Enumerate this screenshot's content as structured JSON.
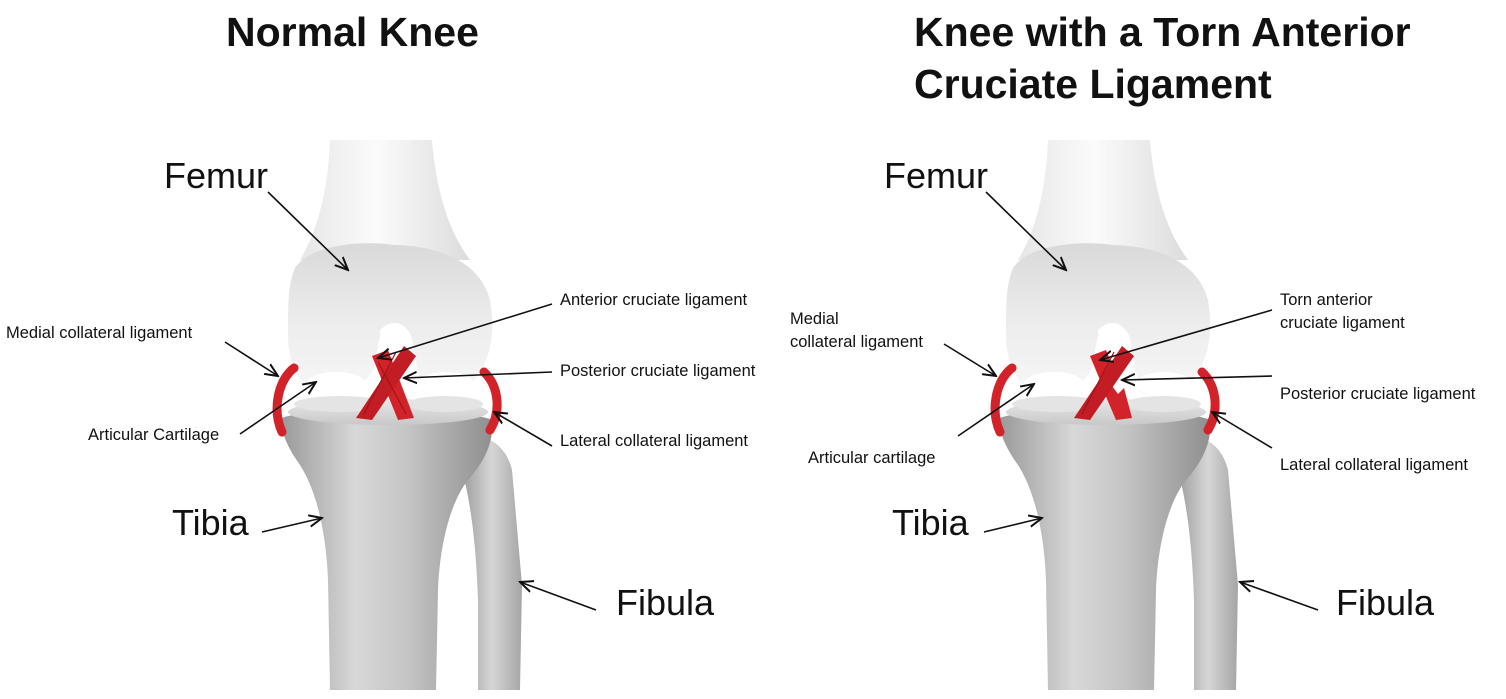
{
  "left": {
    "title": "Normal Knee",
    "labels": {
      "femur": "Femur",
      "tibia": "Tibia",
      "fibula": "Fibula",
      "medial_collateral": "Medial collateral ligament",
      "articular": "Articular Cartilage",
      "anterior_cruciate": "Anterior cruciate ligament",
      "posterior_cruciate": "Posterior cruciate ligament",
      "lateral_collateral": "Lateral collateral ligament"
    }
  },
  "right": {
    "title": "Knee with a Torn Anterior\nCruciate Ligament",
    "labels": {
      "femur": "Femur",
      "tibia": "Tibia",
      "fibula": "Fibula",
      "medial_collateral": "Medial\ncollateral ligament",
      "articular": "Articular cartilage",
      "torn_anterior_cruciate": "Torn anterior\ncruciate ligament",
      "posterior_cruciate": "Posterior cruciate ligament",
      "lateral_collateral": "Lateral collateral ligament"
    }
  },
  "colors": {
    "ligament": "#d2232a",
    "bone_light": "#f2f2f2",
    "bone_shadow": "#b9b9b9",
    "text": "#111111"
  }
}
